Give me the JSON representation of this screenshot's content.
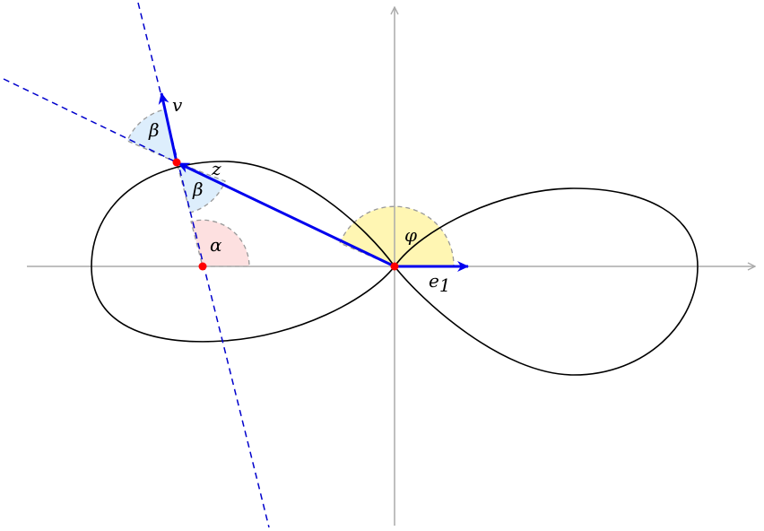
{
  "labels": {
    "v": "v",
    "z": "z",
    "beta_upper": "β",
    "beta_lower": "β",
    "alpha": "α",
    "phi": "φ",
    "e": "e",
    "e_sub": "1"
  },
  "colors": {
    "axis": "#aaaaaa",
    "curve": "#000000",
    "vector": "#0000ee",
    "dashed_line": "#0000cc",
    "point": "#ff0000",
    "phi_fill": "#fff6b3",
    "alpha_fill": "#fde0e0",
    "beta_fill": "#ddeefc",
    "wedge_stroke": "#999999"
  }
}
